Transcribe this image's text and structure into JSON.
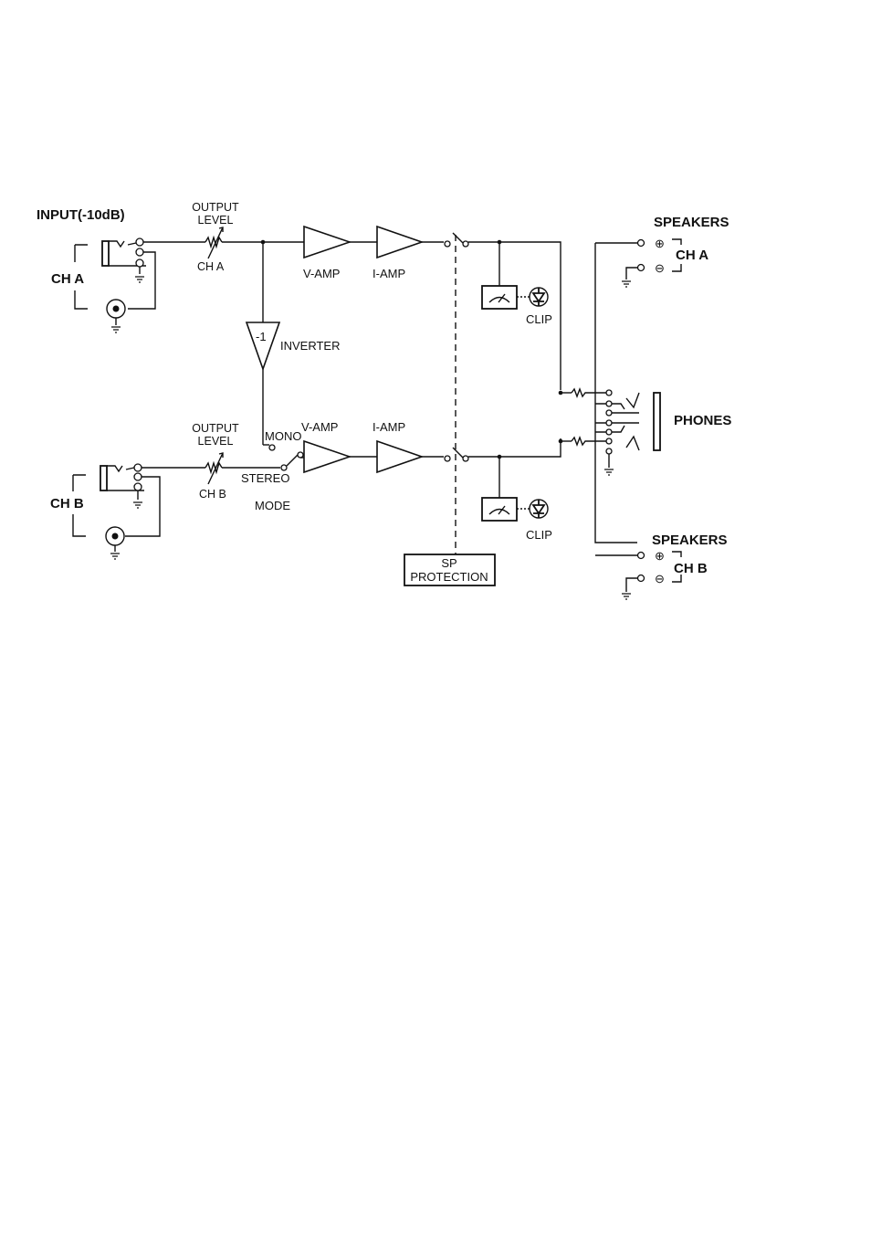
{
  "diagram": {
    "input_label": "INPUT(-10dB)",
    "ch_a": "CH A",
    "ch_b": "CH B",
    "output_level_a_line1": "OUTPUT",
    "output_level_a_line2": "LEVEL",
    "output_level_a_ch": "CH A",
    "output_level_b_line1": "OUTPUT",
    "output_level_b_line2": "LEVEL",
    "output_level_b_ch": "CH B",
    "v_amp_a": "V-AMP",
    "i_amp_a": "I-AMP",
    "v_amp_b": "V-AMP",
    "i_amp_b": "I-AMP",
    "inverter_symbol": "-1",
    "inverter": "INVERTER",
    "mono": "MONO",
    "stereo": "STEREO",
    "mode": "MODE",
    "clip_a": "CLIP",
    "clip_b": "CLIP",
    "sp_protection_line1": "SP",
    "sp_protection_line2": "PROTECTION",
    "speakers_a": "SPEAKERS",
    "speakers_b": "SPEAKERS",
    "speakers_ch_a": "CH A",
    "speakers_ch_b": "CH B",
    "phones": "PHONES",
    "plus_symbol": "⊕",
    "minus_symbol": "⊖"
  }
}
